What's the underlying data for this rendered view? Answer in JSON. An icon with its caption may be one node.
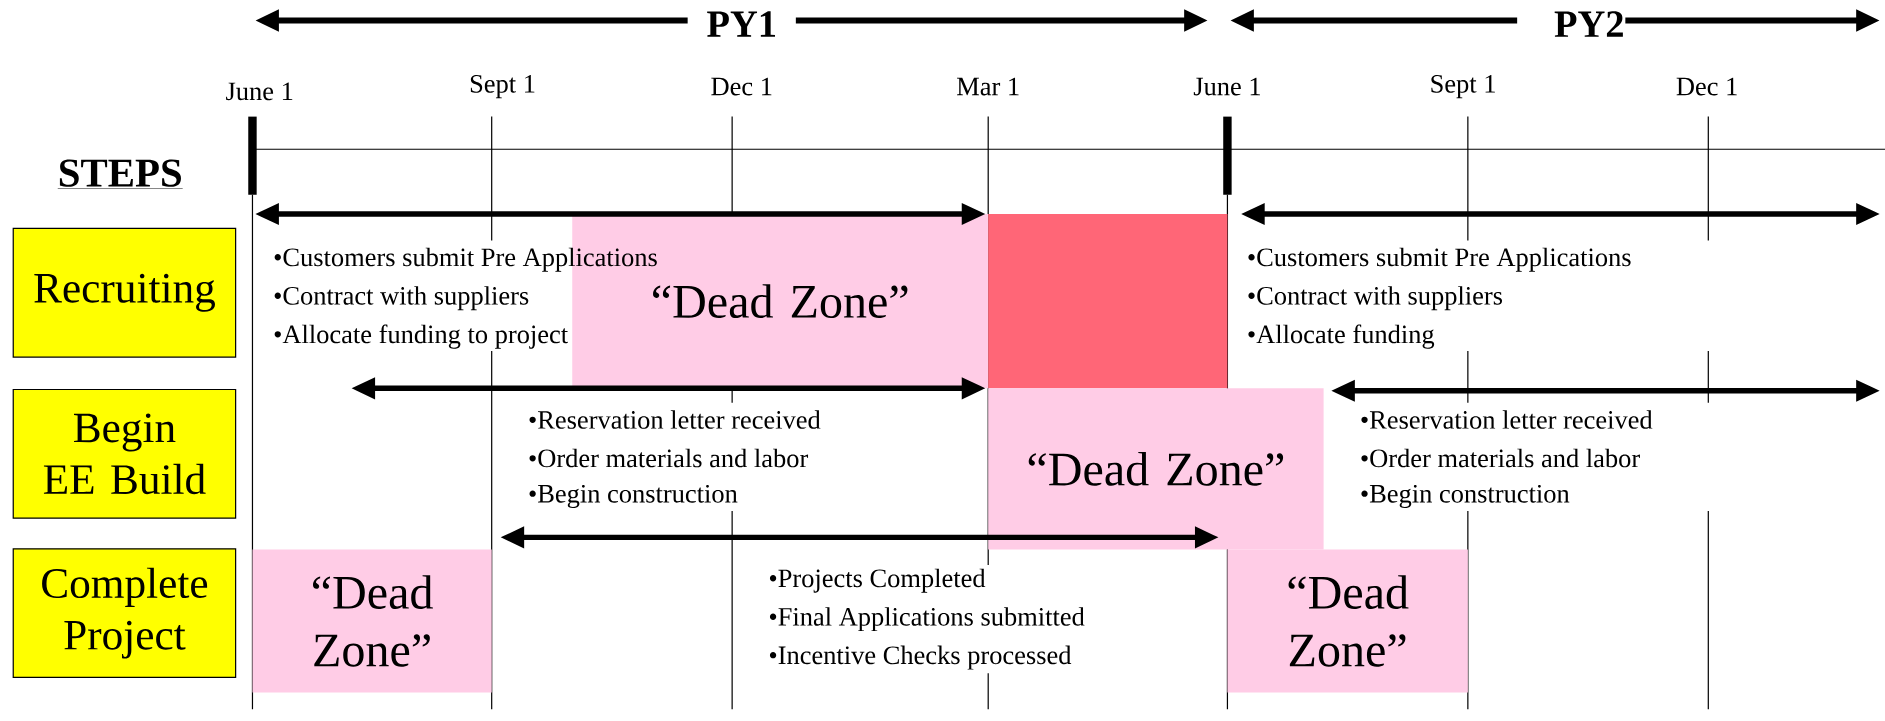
{
  "diagram": {
    "nodes": [
      {
        "text": [
          "Recruiting"
        ]
      },
      {
        "text": [
          "“Dead Zone”"
        ]
      },
      {
        "text": [],
        "shape": "box"
      },
      {
        "text": [
          "Begin EE Build"
        ]
      },
      {
        "text": [
          "“Dead Zone”"
        ]
      },
      {
        "text": [
          "Complete Project"
        ]
      },
      {
        "text": [
          "“Dead Zone”"
        ]
      },
      {
        "text": [
          "“Dead Zone”"
        ]
      }
    ],
    "labels": [
      "PY1",
      "PY2",
      "June 1",
      "Sept 1",
      "Dec 1",
      "Mar 1",
      "June 1",
      "Sept 1",
      "Dec 1",
      "STEPS",
      "•Customers submit Pre Applications",
      "•Contract with suppliers",
      "•Allocate funding to project",
      "•Customers submit Pre Applications",
      "•Contract with suppliers",
      "•Allocate funding",
      "•Reservation letter received",
      "•Order materials and labor",
      "•Begin construction",
      "•Reservation letter received",
      "•Order materials and labor",
      "•Begin construction",
      "•Projects Completed",
      "•Final Applications submitted",
      "•Incentive Checks processed"
    ]
  }
}
